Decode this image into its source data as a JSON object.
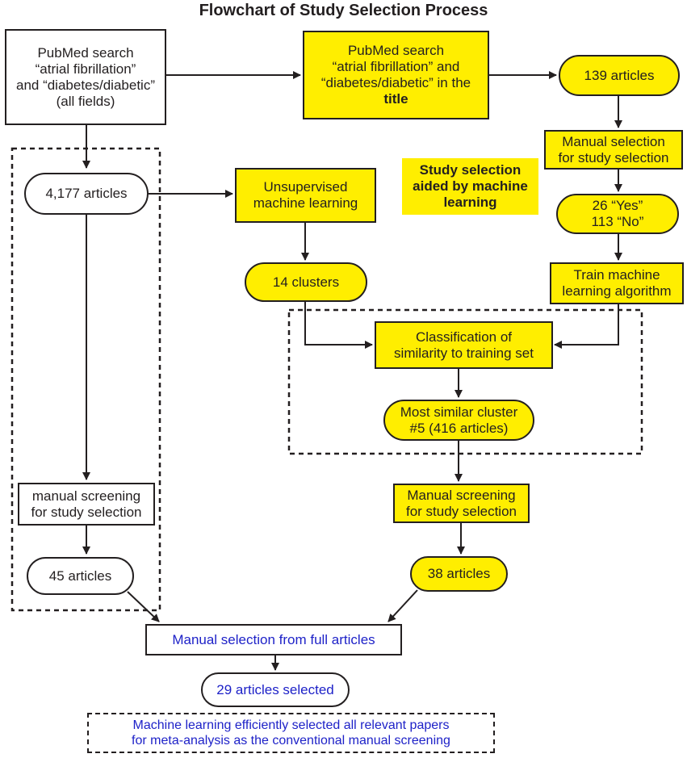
{
  "title": "Flowchart of Study Selection Process",
  "colors": {
    "highlight": "#ffee00",
    "outline": "#231f20",
    "emphasis_text": "#1e22c8"
  },
  "nodes": {
    "pubmed_all_fields": {
      "lines": [
        "PubMed search",
        "“atrial fibrillation”",
        "and “diabetes/diabetic”",
        "(all fields)"
      ]
    },
    "pubmed_title": {
      "lines": [
        "PubMed search",
        "“atrial fibrillation” and",
        "“diabetes/diabetic” in the"
      ],
      "bold_line": "title"
    },
    "articles_139": {
      "text": "139 articles"
    },
    "manual_selection_training": {
      "lines": [
        "Manual selection",
        "for study selection"
      ]
    },
    "yes_no": {
      "lines": [
        "26 “Yes”",
        "113 “No”"
      ]
    },
    "train_ml": {
      "lines": [
        "Train machine",
        "learning algorithm"
      ]
    },
    "articles_4177": {
      "text": "4,177 articles"
    },
    "unsupervised_ml": {
      "lines": [
        "Unsupervised",
        "machine learning"
      ]
    },
    "clusters_14": {
      "text": "14 clusters"
    },
    "classification": {
      "lines": [
        "Classification of",
        "similarity to training set"
      ]
    },
    "most_similar_cluster": {
      "lines": [
        "Most similar cluster",
        "#5 (416 articles)"
      ]
    },
    "manual_screening_ml": {
      "lines": [
        "Manual screening",
        "for study selection"
      ]
    },
    "articles_38": {
      "text": "38 articles"
    },
    "manual_screening_conventional": {
      "lines": [
        "manual screening",
        "for study selection"
      ]
    },
    "articles_45": {
      "text": "45 articles"
    },
    "manual_full_articles": {
      "text": "Manual selection from full articles"
    },
    "articles_29_selected": {
      "text": "29 articles selected"
    }
  },
  "note_ml": {
    "lines": [
      "Study selection",
      "aided by machine",
      "learning"
    ]
  },
  "footer": {
    "lines": [
      "Machine learning efficiently selected all relevant papers",
      "for meta-analysis as the conventional manual screening"
    ]
  }
}
